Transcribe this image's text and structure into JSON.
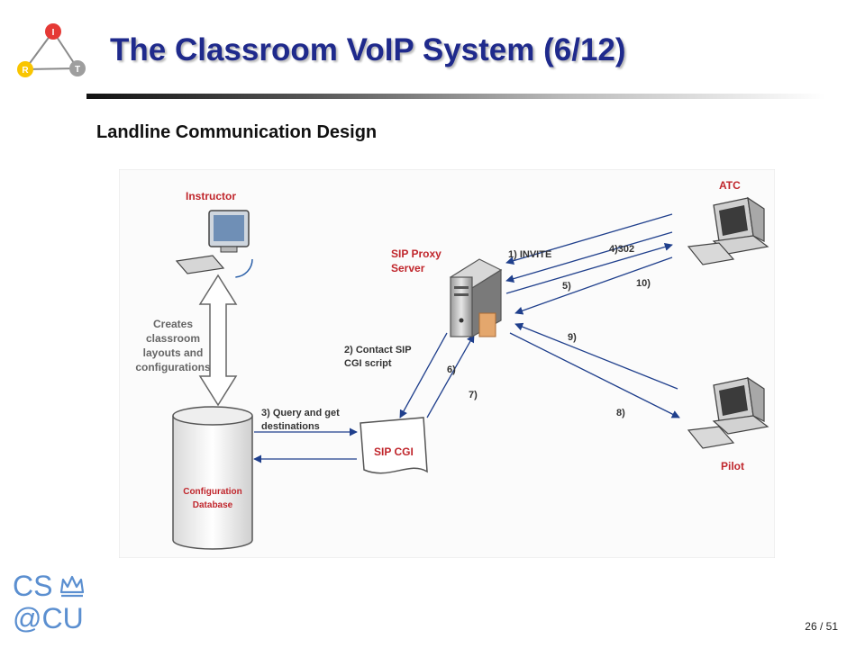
{
  "slide": {
    "title": "The Classroom VoIP System (6/12)",
    "subtitle": "Landline Communication Design",
    "page_number": "26 / 51"
  },
  "logo": {
    "nodes": [
      "I",
      "R",
      "T"
    ]
  },
  "brand": {
    "line1": "CS",
    "line2": "@CU"
  },
  "diagram": {
    "instructor_label": "Instructor",
    "creates_label": [
      "Creates",
      "classroom",
      "layouts and",
      "configurations"
    ],
    "database_label": [
      "Configuration",
      "Database"
    ],
    "query_label": [
      "3) Query and get",
      "destinations"
    ],
    "cgi_label": "SIP CGI",
    "contact_label": [
      "2) Contact SIP",
      "CGI script"
    ],
    "proxy_label": [
      "SIP Proxy",
      "Server"
    ],
    "step6": "6)",
    "step7": "7)",
    "step1": "1) INVITE",
    "step4": "4)302",
    "step5": "5)",
    "step10": "10)",
    "step9": "9)",
    "step8": "8)",
    "atc_label": "ATC",
    "pilot_label": "Pilot"
  },
  "colors": {
    "title": "#1f2a8c",
    "diagram_label": "#c0262c",
    "arrow": "#1f3f8c",
    "logo_i": "#e53935",
    "logo_r": "#f9c500",
    "logo_t": "#9e9e9e",
    "brand": "#5b8fd0"
  }
}
